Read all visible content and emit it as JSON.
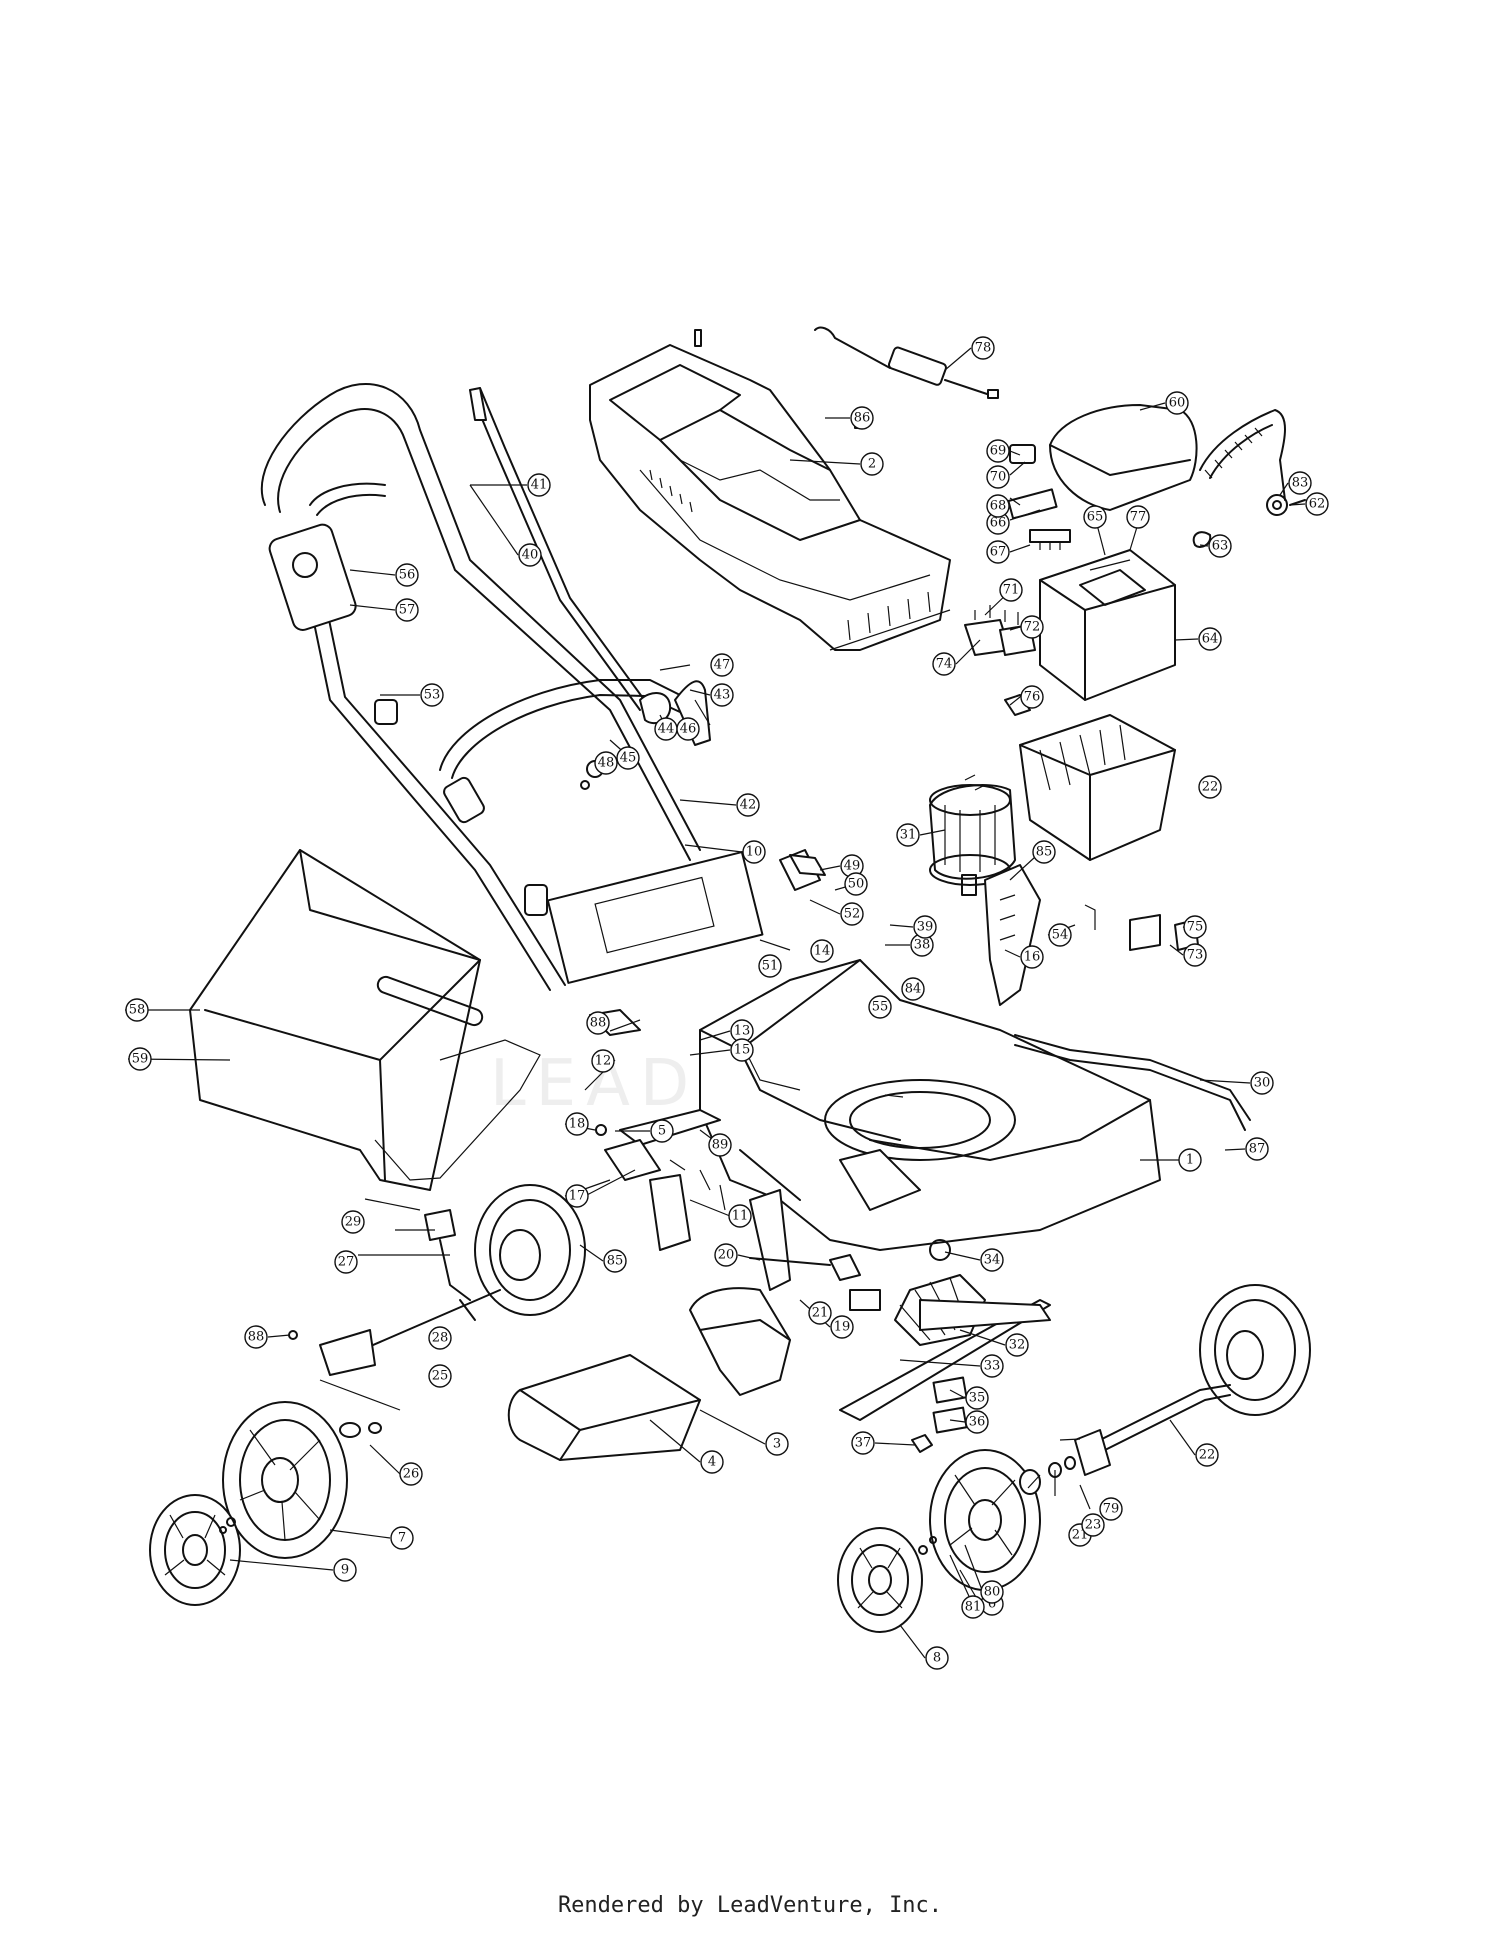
{
  "watermark": "LEADVENTURE",
  "footer": "Rendered by LeadVenture, Inc.",
  "callouts": [
    "1",
    "2",
    "3",
    "4",
    "5",
    "6",
    "7",
    "8",
    "9",
    "10",
    "11",
    "12",
    "13",
    "14",
    "15",
    "16",
    "17",
    "18",
    "19",
    "20",
    "21",
    "21",
    "22",
    "22",
    "23",
    "25",
    "26",
    "27",
    "28",
    "29",
    "30",
    "31",
    "32",
    "33",
    "34",
    "35",
    "36",
    "37",
    "38",
    "39",
    "40",
    "41",
    "42",
    "43",
    "44",
    "45",
    "46",
    "47",
    "48",
    "49",
    "50",
    "51",
    "52",
    "53",
    "54",
    "55",
    "56",
    "57",
    "58",
    "59",
    "60",
    "62",
    "63",
    "64",
    "65",
    "66",
    "67",
    "68",
    "69",
    "70",
    "71",
    "72",
    "73",
    "74",
    "75",
    "76",
    "77",
    "78",
    "79",
    "80",
    "81",
    "83",
    "84",
    "85",
    "85",
    "86",
    "87",
    "88",
    "88",
    "89"
  ]
}
